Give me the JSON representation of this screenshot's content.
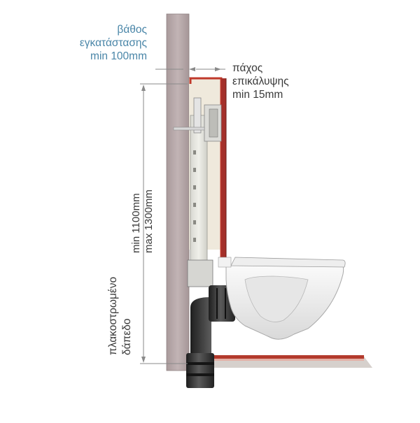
{
  "labels": {
    "install_depth": [
      "βάθος",
      "εγκατάστασης",
      "min 100mm"
    ],
    "cover_thickness": [
      "πάχος",
      "επικάλυψης",
      "min 15mm"
    ],
    "height_range": [
      "min 1100mm",
      "max 1300mm"
    ],
    "tiled_floor": [
      "πλακοστρωμένο",
      "δάπεδο"
    ]
  },
  "colors": {
    "wall": "#b9aaab",
    "wall_edge": "#8f8283",
    "cladding": "#c0392b",
    "frame": "#e8e8e2",
    "pipe": "#3c3c3c",
    "ceramic": "#f4f4f4",
    "dimension_line": "#8a8a8a",
    "label_blue": "#4a86a8",
    "label_dark": "#3a3a3a"
  }
}
